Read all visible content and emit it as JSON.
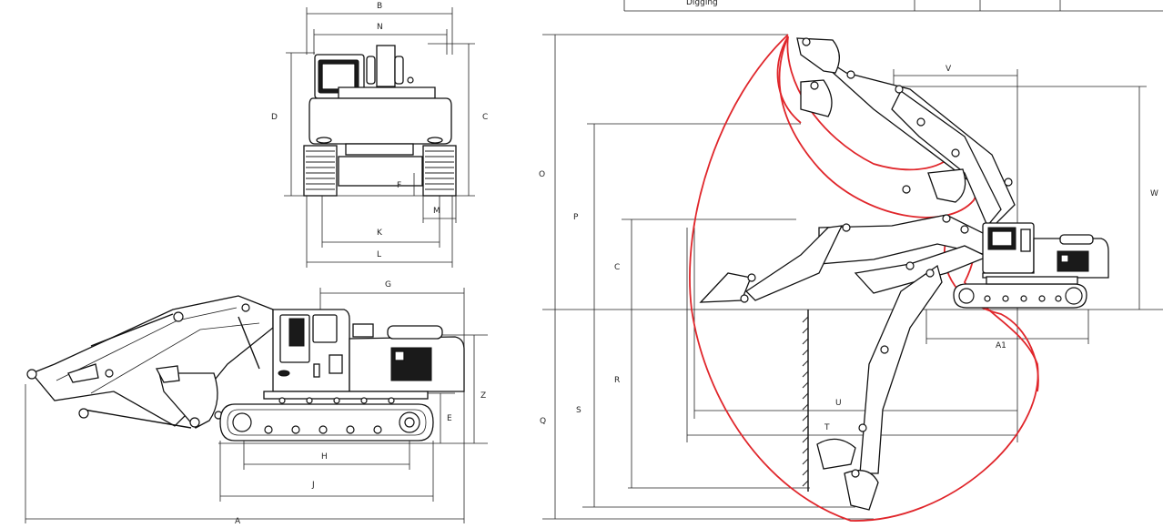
{
  "table_fragment": {
    "text": "Digging"
  },
  "front_view": {
    "labels": {
      "B": "B",
      "N": "N",
      "D": "D",
      "C": "C",
      "F": "F",
      "M": "M",
      "K": "K",
      "L": "L"
    }
  },
  "side_view": {
    "labels": {
      "G": "G",
      "Z": "Z",
      "E": "E",
      "H": "H",
      "J": "J",
      "A": "A"
    }
  },
  "working_range": {
    "labels": {
      "O": "O",
      "P": "P",
      "C": "C",
      "V": "V",
      "W": "W",
      "A1": "A1",
      "Q": "Q",
      "S": "S",
      "R": "R",
      "U": "U",
      "T": "T"
    },
    "envelope_color": "#e0262b"
  }
}
